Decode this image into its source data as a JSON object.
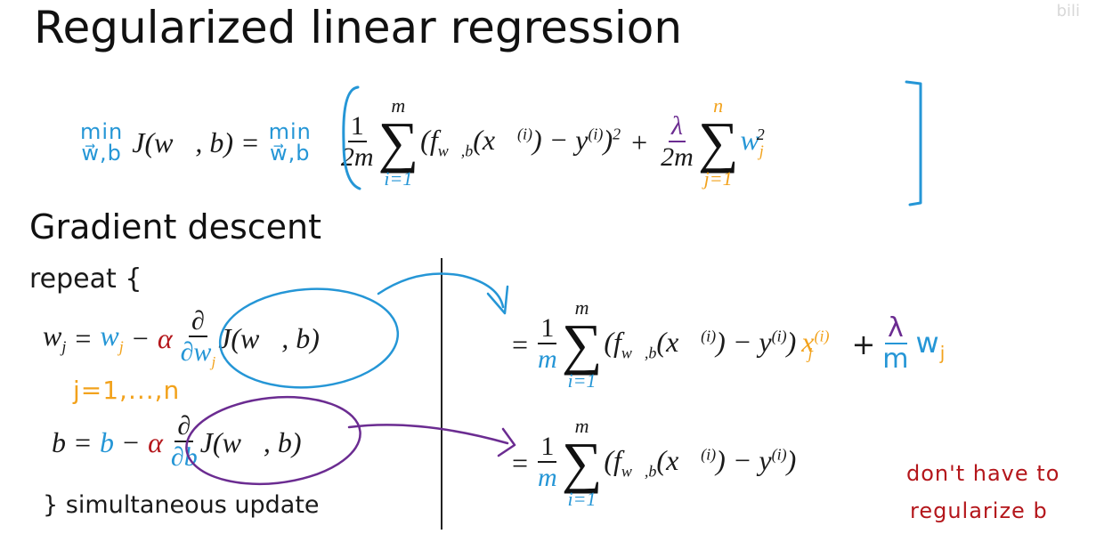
{
  "slide": {
    "title": "Regularized linear regression",
    "gradient_heading": "Gradient descent",
    "repeat_label": "repeat {",
    "close_label": "} simultaneous update",
    "watermark": "bili"
  },
  "cost": {
    "min": "min",
    "min_sub": "w⃗,b",
    "J_lhs": "J(w⃗, b) =",
    "one": "1",
    "two_m": "2m",
    "sum_top": "m",
    "sum_bottom": "i=1",
    "term_open": "(f",
    "term_sub": "w⃗,b",
    "term_mid": "(x⃗",
    "term_sup": "(i)",
    "term_minus": ") − y",
    "term_sup2": "(i)",
    "term_close": ")",
    "square": "2",
    "plus": "+",
    "lambda": "λ",
    "reg_sum_top": "n",
    "reg_sum_bottom": "j=1",
    "w": "w",
    "w_sub": "j",
    "w_sup": "2"
  },
  "w_update": {
    "lhs": "w",
    "lhs_sub": "j",
    "eq": "=",
    "w": "w",
    "w_sub": "j",
    "minus": "−",
    "alpha": "α",
    "partial": "∂",
    "partial_den": "∂w",
    "partial_den_sub": "j",
    "J": "J(w⃗, b)",
    "index_note": "j=1,...,n"
  },
  "b_update": {
    "lhs": "b",
    "eq": "=",
    "b": "b",
    "minus": "−",
    "alpha": "α",
    "partial": "∂",
    "partial_den": "∂b",
    "J": "J(w⃗, b)"
  },
  "w_derivative": {
    "eq": "=",
    "one": "1",
    "m": "m",
    "sum_top": "m",
    "sum_bottom": "i=1",
    "term_open": "(f",
    "term_sub": "w⃗,b",
    "term_mid": "(x⃗",
    "term_sup": "(i)",
    "term_minus": ") − y",
    "term_sup2": "(i)",
    "term_close": ")",
    "x": "x",
    "x_sub": "j",
    "x_sup": "(i)",
    "plus": "+",
    "lambda": "λ",
    "m_den": "m",
    "w": "w",
    "w_sub": "j"
  },
  "b_derivative": {
    "eq": "=",
    "one": "1",
    "m": "m",
    "sum_top": "m",
    "sum_bottom": "i=1",
    "term_open": "(f",
    "term_sub": "w⃗,b",
    "term_mid": "(x⃗",
    "term_sup": "(i)",
    "term_minus": ") − y",
    "term_sup2": "(i)",
    "term_close": ")"
  },
  "note": {
    "line1": "don't have to",
    "line2": "regularize b"
  },
  "colors": {
    "blue": "#2596d6",
    "orange": "#f2a21c",
    "purple": "#6b2c91",
    "red": "#b4161b"
  }
}
